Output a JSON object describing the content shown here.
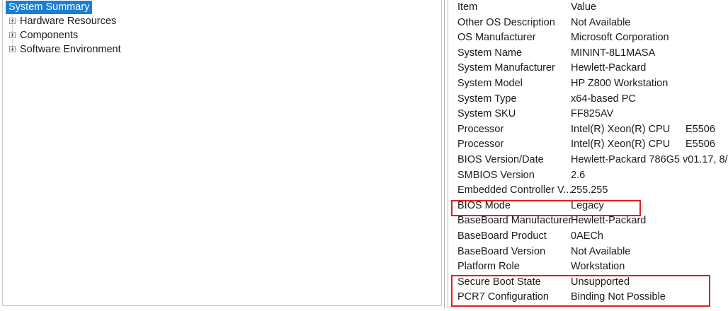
{
  "tree": {
    "selected_node": "System Summary",
    "nodes": [
      {
        "label": "System Summary",
        "selected": true,
        "expander": false
      },
      {
        "label": "Hardware Resources",
        "selected": false,
        "expander": true,
        "expander_icon": "plus-box-icon"
      },
      {
        "label": "Components",
        "selected": false,
        "expander": true,
        "expander_icon": "plus-box-icon"
      },
      {
        "label": "Software Environment",
        "selected": false,
        "expander": true,
        "expander_icon": "plus-box-icon"
      }
    ]
  },
  "details": {
    "columns": [
      "Item",
      "Value"
    ],
    "rows": [
      {
        "item": "Item",
        "value": "Value",
        "extra": "",
        "header": true
      },
      {
        "item": "Other OS Description",
        "value": "Not Available",
        "extra": ""
      },
      {
        "item": "OS Manufacturer",
        "value": "Microsoft Corporation",
        "extra": ""
      },
      {
        "item": "System Name",
        "value": "MININT-8L1MASA",
        "extra": ""
      },
      {
        "item": "System Manufacturer",
        "value": "Hewlett-Packard",
        "extra": ""
      },
      {
        "item": "System Model",
        "value": "HP Z800 Workstation",
        "extra": ""
      },
      {
        "item": "System Type",
        "value": "x64-based PC",
        "extra": ""
      },
      {
        "item": "System SKU",
        "value": "FF825AV",
        "extra": ""
      },
      {
        "item": "Processor",
        "value": "Intel(R) Xeon(R) CPU",
        "extra": "E5506"
      },
      {
        "item": "Processor",
        "value": "Intel(R) Xeon(R) CPU",
        "extra": "E5506"
      },
      {
        "item": "BIOS Version/Date",
        "value": "Hewlett-Packard 786G5 v01.17, 8/",
        "extra": ""
      },
      {
        "item": "SMBIOS Version",
        "value": "2.6",
        "extra": ""
      },
      {
        "item": "Embedded Controller V...",
        "value": "255.255",
        "extra": ""
      },
      {
        "item": "BIOS Mode",
        "value": "Legacy",
        "extra": "",
        "highlighted": true
      },
      {
        "item": "BaseBoard Manufacturer",
        "value": "Hewlett-Packard",
        "extra": ""
      },
      {
        "item": "BaseBoard Product",
        "value": "0AECh",
        "extra": ""
      },
      {
        "item": "BaseBoard Version",
        "value": "Not Available",
        "extra": ""
      },
      {
        "item": "Platform Role",
        "value": "Workstation",
        "extra": ""
      },
      {
        "item": "Secure Boot State",
        "value": "Unsupported",
        "extra": "",
        "highlighted": true
      },
      {
        "item": "PCR7 Configuration",
        "value": "Binding Not Possible",
        "extra": "",
        "highlighted": true
      }
    ]
  },
  "annotations": {
    "highlight_color": "#e02020",
    "boxes": [
      {
        "name": "bios-mode-highlight",
        "targets": [
          "BIOS Mode"
        ]
      },
      {
        "name": "secure-boot-highlight",
        "targets": [
          "Secure Boot State",
          "PCR7 Configuration"
        ]
      }
    ]
  },
  "colors": {
    "selection_blue": "#1a7fd4",
    "selection_text": "#ffffff",
    "text": "#1b1b1b",
    "panel_border": "#c8c8c8",
    "splitter": "#b0b4b8",
    "annotation_red": "#e02020"
  }
}
